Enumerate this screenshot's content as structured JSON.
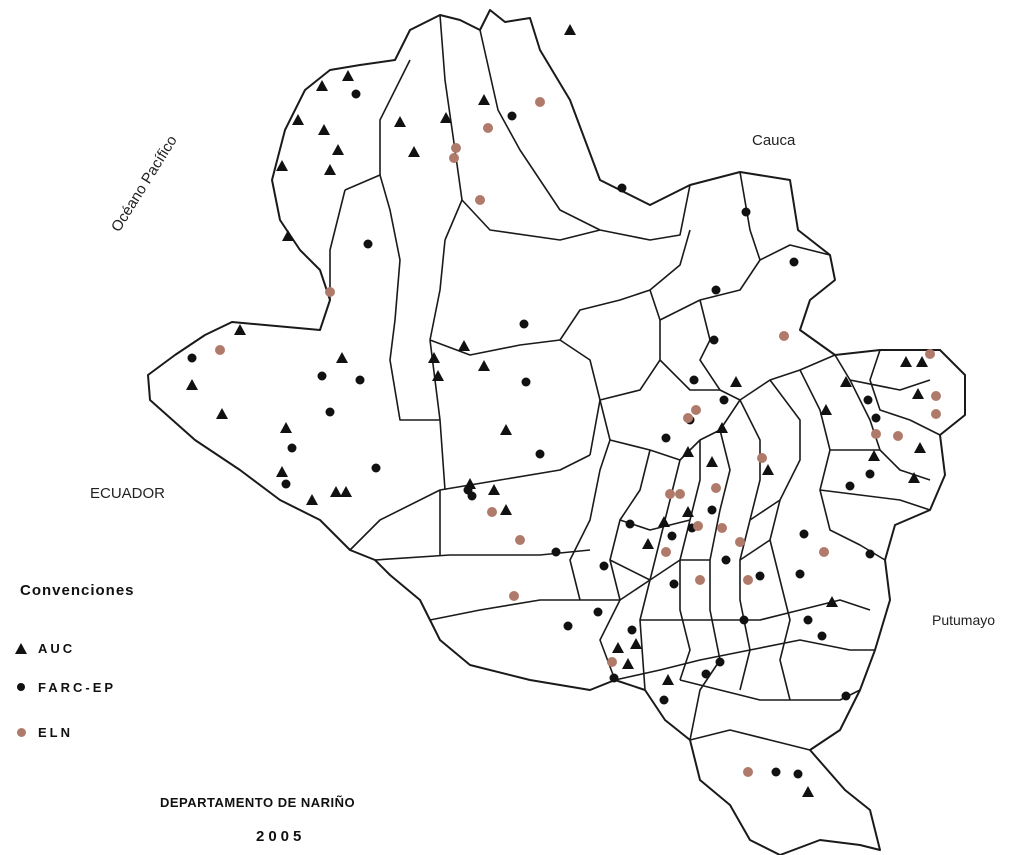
{
  "labels": {
    "cauca": "Cauca",
    "oceano": "Océano Pacífico",
    "ecuador": "ECUADOR",
    "putumayo": "Putumayo"
  },
  "legend": {
    "title": "Convenciones",
    "items": [
      {
        "symbol": "triangle-icon",
        "label": "AUC",
        "color": "#111111"
      },
      {
        "symbol": "dot-icon",
        "label": "FARC-EP",
        "color": "#111111"
      },
      {
        "symbol": "eln-dot-icon",
        "label": "ELN",
        "color": "#b07a6a"
      }
    ]
  },
  "footer": {
    "title": "DEPARTAMENTO DE NARIÑO",
    "year": "2005"
  },
  "colors": {
    "auc": "#111111",
    "farc": "#111111",
    "eln": "#b07a6a",
    "boundary": "#1a1a1a"
  }
}
